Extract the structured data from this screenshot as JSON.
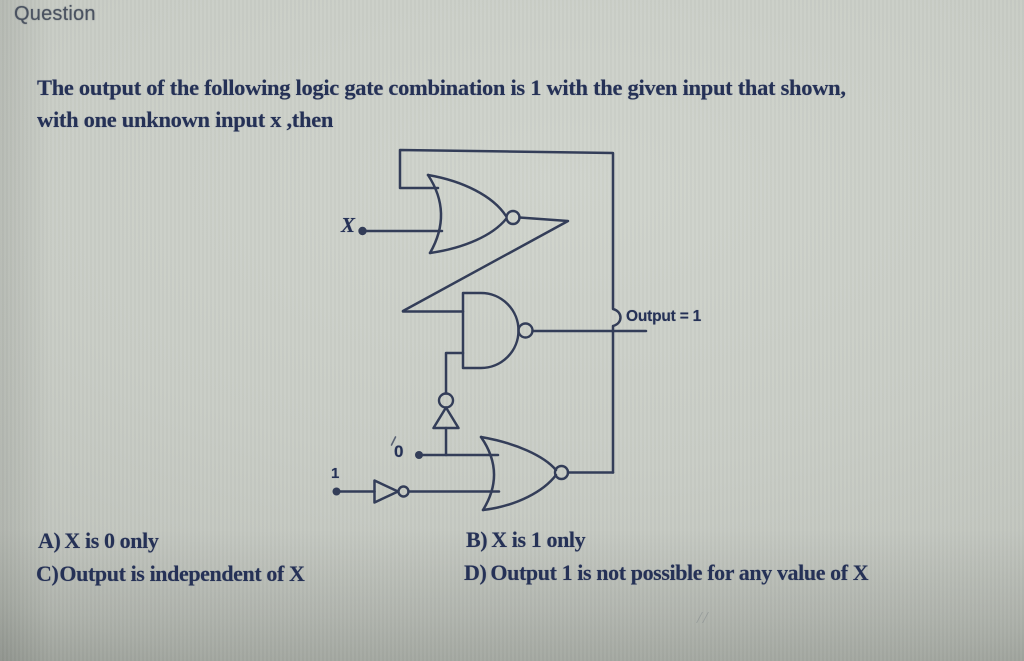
{
  "page": {
    "label": "Question"
  },
  "question": {
    "line1": "The output of the following logic gate combination is 1 with the given input that shown,",
    "line2": "with one unknown input x ,then"
  },
  "circuit": {
    "x_label": "X",
    "zero_label": "0",
    "one_label": "1",
    "output_label": "Output = 1"
  },
  "options": [
    {
      "label": "A)",
      "text": "X is 0 only"
    },
    {
      "label": "B)",
      "text": "X is 1 only"
    },
    {
      "label": "C)",
      "text": "Output is independent of X"
    },
    {
      "label": "D)",
      "text": "Output 1 is not possible for any value of X"
    }
  ],
  "colors": {
    "background": "#c9cdc6",
    "ink": "#253156",
    "circuit": "#333d58",
    "muted_label": "#4a5260"
  }
}
